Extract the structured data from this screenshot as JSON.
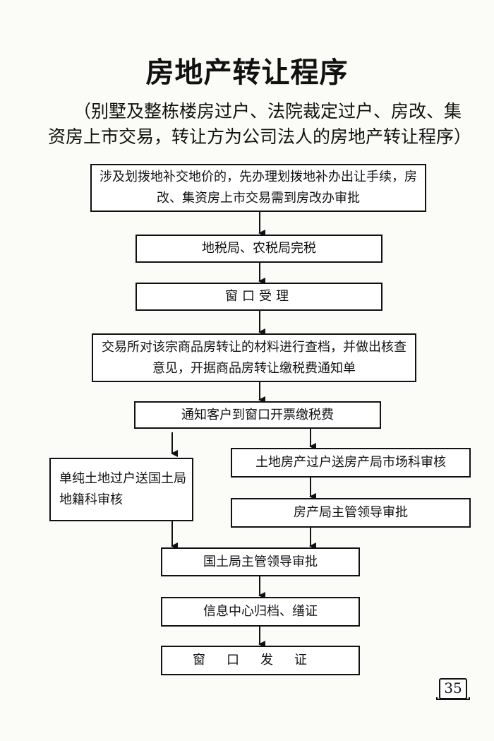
{
  "title": "房地产转让程序",
  "subtitle": "（别墅及整栋楼房过户、法院裁定过户、房改、集资房上市交易，转让方为公司法人的房地产转让程序）",
  "steps": {
    "step1": "涉及划拨地补交地价的，先办理划拨地补办出让手续，房改、集资房上市交易需到房改办审批",
    "step2": "地税局、农税局完税",
    "step3": "窗口受理",
    "step4": "交易所对该宗商品房转让的材料进行查档，并做出核查意见，开据商品房转让缴税费通知单",
    "step5": "通知客户到窗口开票缴税费",
    "left_branch": "单纯土地过户送国土局地籍科审核",
    "right_branch_1": "土地房产过户送房产局市场科审核",
    "right_branch_2": "房产局主管领导审批",
    "step6": "国土局主管领导审批",
    "step7": "信息中心归档、缮证",
    "step8": "窗口发证"
  },
  "page_number": "35"
}
